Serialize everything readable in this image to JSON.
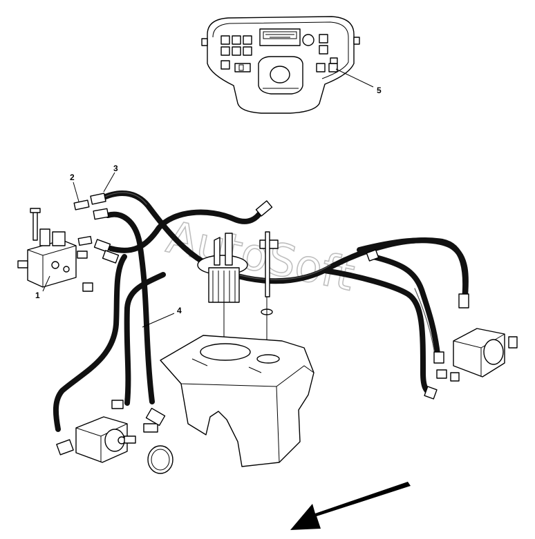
{
  "callouts": [
    {
      "id": "1",
      "label": "1"
    },
    {
      "id": "2",
      "label": "2"
    },
    {
      "id": "3",
      "label": "3"
    },
    {
      "id": "4",
      "label": "4"
    },
    {
      "id": "5",
      "label": "5"
    }
  ],
  "watermark": "AutoSoft",
  "icons": {
    "direction": "arrow-icon"
  },
  "colors": {
    "line": "#000000",
    "background": "#ffffff",
    "watermark": "#8a8a8a"
  }
}
